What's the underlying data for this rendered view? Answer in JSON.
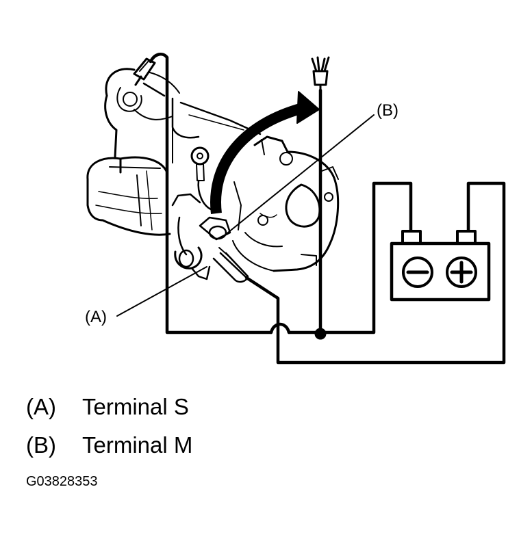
{
  "callouts": {
    "a": "(A)",
    "b": "(B)"
  },
  "legend": [
    {
      "key": "(A)",
      "label": "Terminal S"
    },
    {
      "key": "(B)",
      "label": "Terminal M"
    }
  ],
  "figure_id": "G03828353",
  "battery": {
    "negative_symbol": "minus-icon",
    "positive_symbol": "plus-icon"
  },
  "colors": {
    "line": "#000000",
    "background": "#ffffff"
  }
}
